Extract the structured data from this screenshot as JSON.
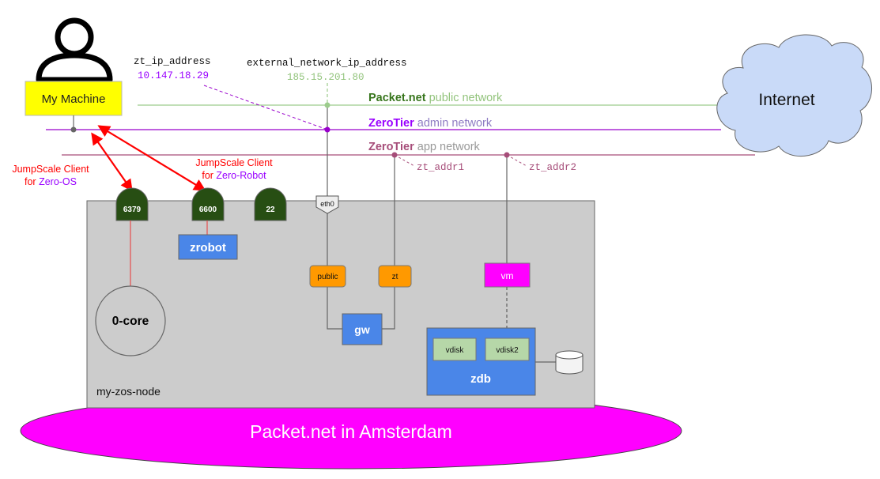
{
  "user": {
    "machine_label": "My Machine"
  },
  "addresses": {
    "zt_ip_label": "zt_ip_address",
    "zt_ip_value": "10.147.18.29",
    "external_label": "external_network_ip_address",
    "external_value": "185.15.201.80",
    "zt_addr1": "zt_addr1",
    "zt_addr2": "zt_addr2"
  },
  "networks": {
    "public": {
      "brand": "Packet.net",
      "rest": " public network"
    },
    "admin": {
      "brand": "ZeroTier",
      "rest": " admin network"
    },
    "app": {
      "brand": "ZeroTier",
      "rest": " app network"
    }
  },
  "internet_label": "Internet",
  "clients": {
    "zos_line1": "JumpScale Client",
    "zos_line2_prefix": "for ",
    "zos_line2_target": "Zero-OS",
    "robot_line1": "JumpScale Client",
    "robot_line2_prefix": "for ",
    "robot_line2_target": "Zero-Robot"
  },
  "ports": [
    "6379",
    "6600",
    "22"
  ],
  "node": {
    "name": "my-zos-node",
    "eth0": "eth0",
    "zrobot": "zrobot",
    "core": "0-core",
    "public_nic": "public",
    "zt_nic": "zt",
    "gw": "gw",
    "vm": "vm",
    "vdisk": "vdisk",
    "vdisk2": "vdisk2",
    "zdb": "zdb"
  },
  "datacenter": "Packet.net in Amsterdam",
  "colors": {
    "public_net": "#9ccc8c",
    "admin_net": "#9900cc",
    "app_net": "#a64d79",
    "packet_green": "#38761d",
    "zt_purple": "#9900ff",
    "arrow_red": "#ff0000",
    "port_green": "#274e13",
    "nic_orange": "#ff9900",
    "blue_box": "#4a86e8",
    "magenta": "#ff00ff",
    "machine_yellow": "#ffff00",
    "cloud": "#c9daf8",
    "node_gray": "#cccccc",
    "vdisk_green": "#b6d7a8"
  }
}
